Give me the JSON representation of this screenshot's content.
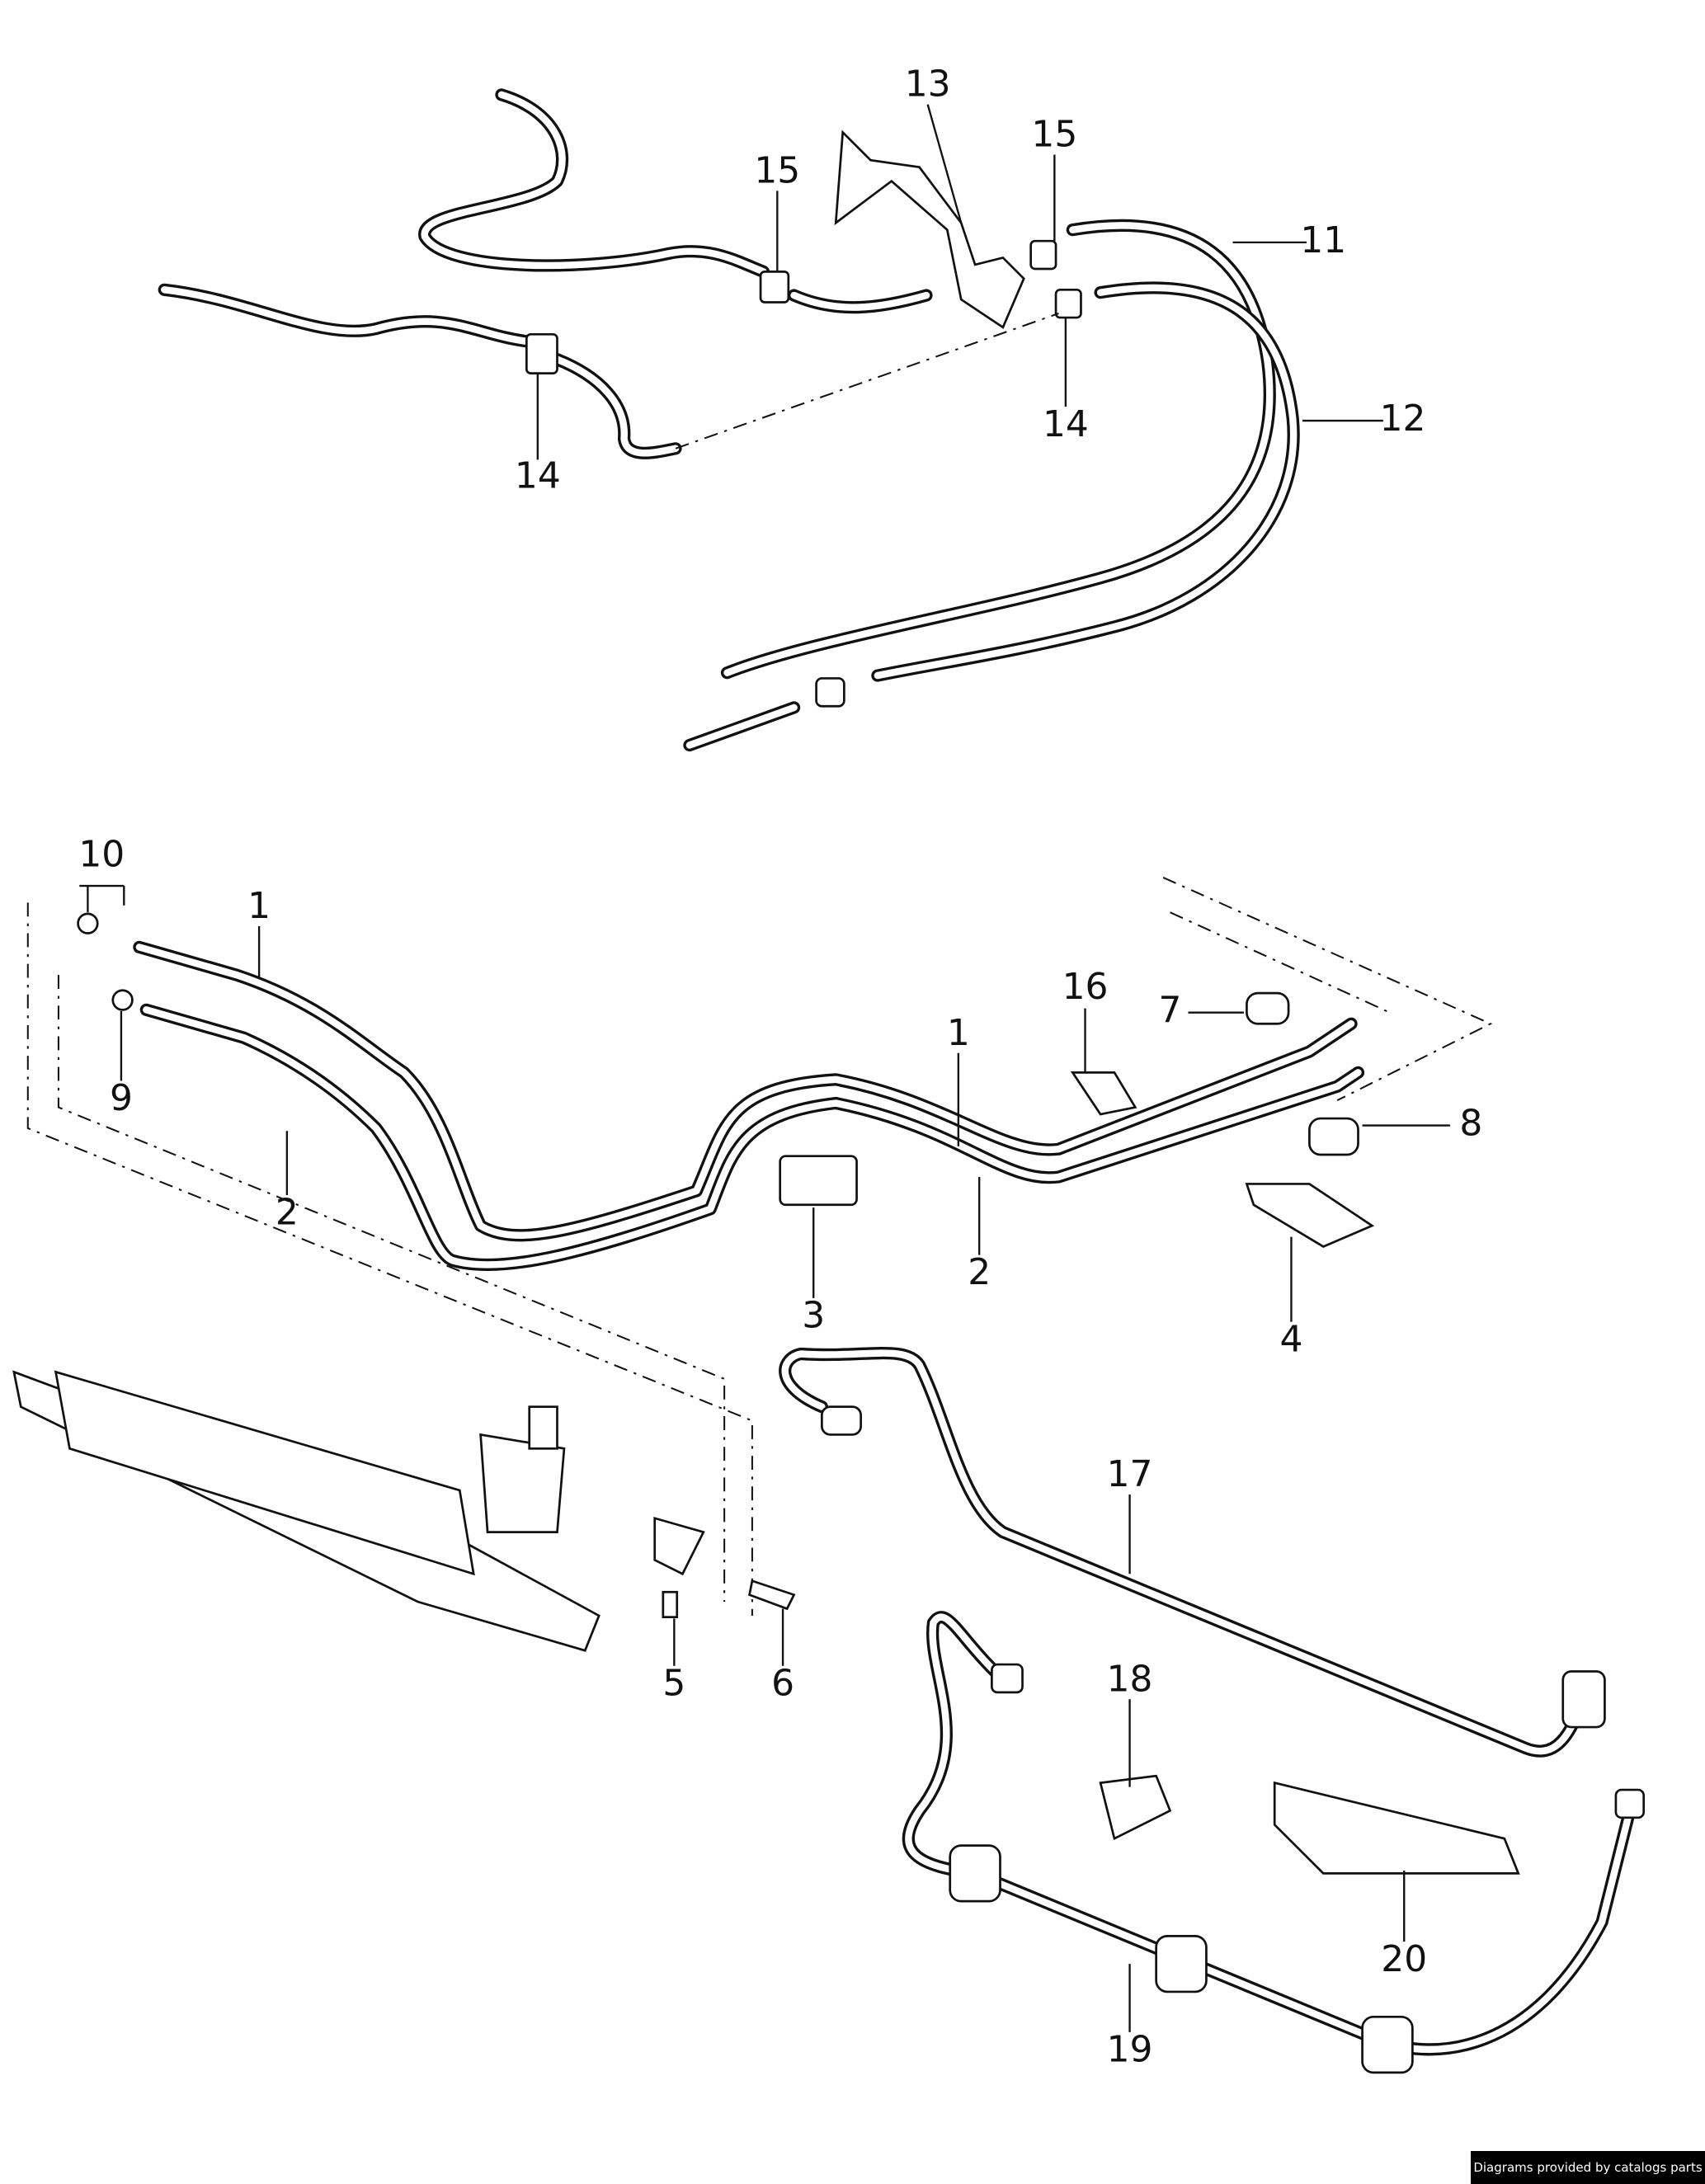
{
  "diagram": {
    "callouts": [
      "13",
      "15",
      "15",
      "11",
      "12",
      "14",
      "14",
      "10",
      "1",
      "9",
      "2",
      "1",
      "16",
      "7",
      "8",
      "2",
      "3",
      "4",
      "17",
      "18",
      "5",
      "6",
      "20",
      "19"
    ]
  },
  "footer": {
    "credit": "Diagrams provided by catalogs parts"
  }
}
